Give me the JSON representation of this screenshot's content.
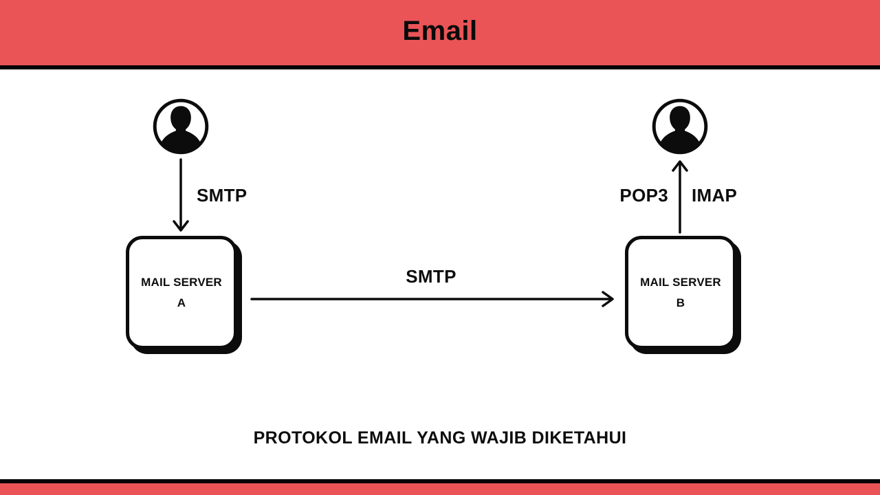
{
  "header": {
    "title": "Email"
  },
  "diagram": {
    "icons": {
      "sender": "user-avatar-icon",
      "recipient": "user-avatar-icon"
    },
    "arrows": {
      "client_send_label": "SMTP",
      "server_relay_label": "SMTP",
      "retrieve_left_label": "POP3",
      "retrieve_right_label": "IMAP"
    },
    "servers": [
      {
        "line1": "MAIL SERVER",
        "line2": "A"
      },
      {
        "line1": "MAIL SERVER",
        "line2": "B"
      }
    ]
  },
  "caption": "PROTOKOL EMAIL YANG WAJIB DIKETAHUI",
  "colors": {
    "accent_red": "#ea5456",
    "ink_black": "#0c0c0c",
    "background": "#ffffff"
  }
}
